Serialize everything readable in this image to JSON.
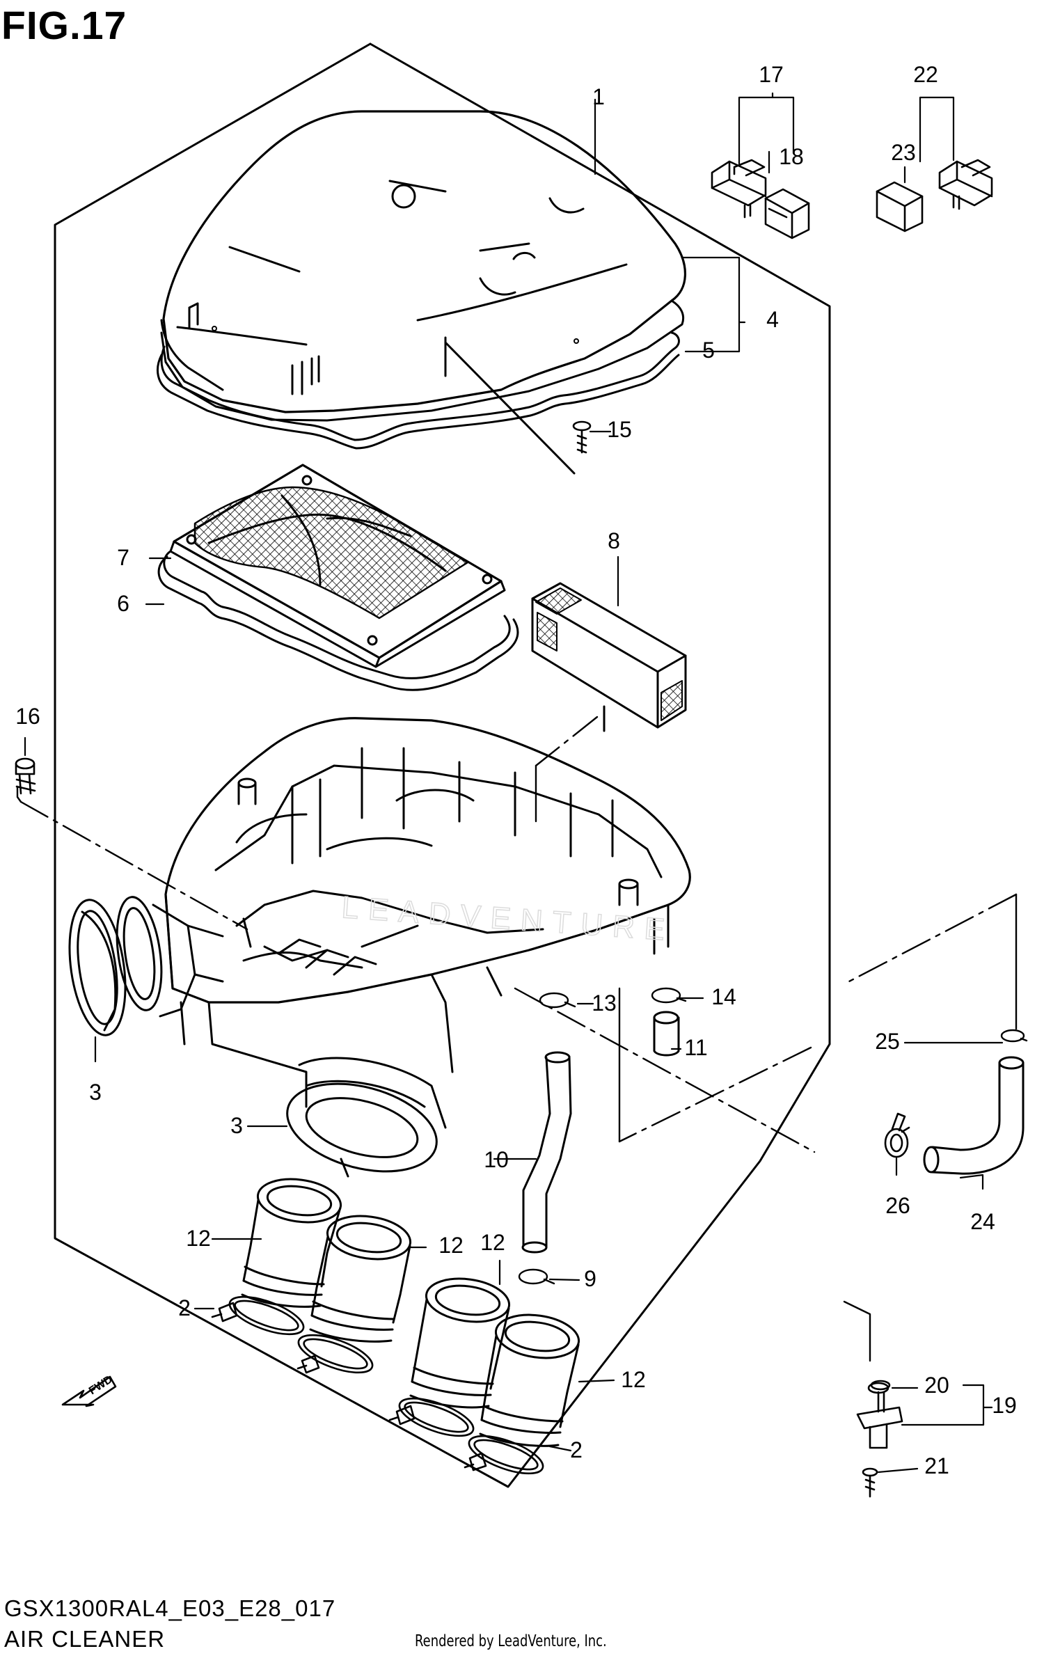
{
  "figure": {
    "title": "FIG.17"
  },
  "model": {
    "code": "GSX1300RAL4_E03_E28_017",
    "name": "AIR CLEANER"
  },
  "credit": "Rendered by LeadVenture, Inc.",
  "fwd_label": "FWD",
  "watermark": "LEADVENTURE",
  "callouts": [
    {
      "id": "c1",
      "text": "1"
    },
    {
      "id": "c2a",
      "text": "2"
    },
    {
      "id": "c2b",
      "text": "2"
    },
    {
      "id": "c3a",
      "text": "3"
    },
    {
      "id": "c3b",
      "text": "3"
    },
    {
      "id": "c4",
      "text": "4"
    },
    {
      "id": "c5",
      "text": "5"
    },
    {
      "id": "c6",
      "text": "6"
    },
    {
      "id": "c7",
      "text": "7"
    },
    {
      "id": "c8",
      "text": "8"
    },
    {
      "id": "c9",
      "text": "9"
    },
    {
      "id": "c10",
      "text": "10"
    },
    {
      "id": "c11",
      "text": "11"
    },
    {
      "id": "c12a",
      "text": "12"
    },
    {
      "id": "c12b",
      "text": "12"
    },
    {
      "id": "c12c",
      "text": "12"
    },
    {
      "id": "c12d",
      "text": "12"
    },
    {
      "id": "c13",
      "text": "13"
    },
    {
      "id": "c14",
      "text": "14"
    },
    {
      "id": "c15",
      "text": "15"
    },
    {
      "id": "c16",
      "text": "16"
    },
    {
      "id": "c17",
      "text": "17"
    },
    {
      "id": "c18",
      "text": "18"
    },
    {
      "id": "c19",
      "text": "19"
    },
    {
      "id": "c20",
      "text": "20"
    },
    {
      "id": "c21",
      "text": "21"
    },
    {
      "id": "c22",
      "text": "22"
    },
    {
      "id": "c23",
      "text": "23"
    },
    {
      "id": "c24",
      "text": "24"
    },
    {
      "id": "c25",
      "text": "25"
    },
    {
      "id": "c26",
      "text": "26"
    }
  ]
}
